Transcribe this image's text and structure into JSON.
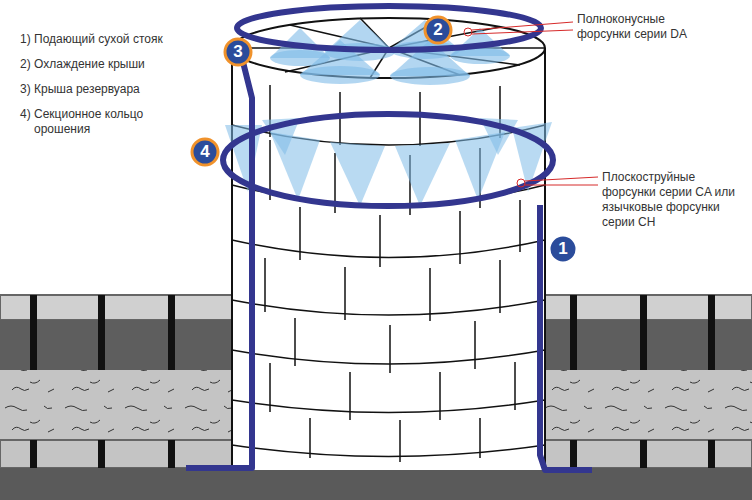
{
  "diagram": {
    "labels": [
      "1) Подающий сухой стояк",
      "2) Охлаждение крыши",
      "3) Крыша резервуара",
      "4) Секционное кольцо орошения",
      "3",
      "2",
      "Полноконусные форсунки серии DA",
      "4",
      "Плоскоструйные форсунки серии CA или язычковые форсунки серии CH",
      "1"
    ]
  }
}
